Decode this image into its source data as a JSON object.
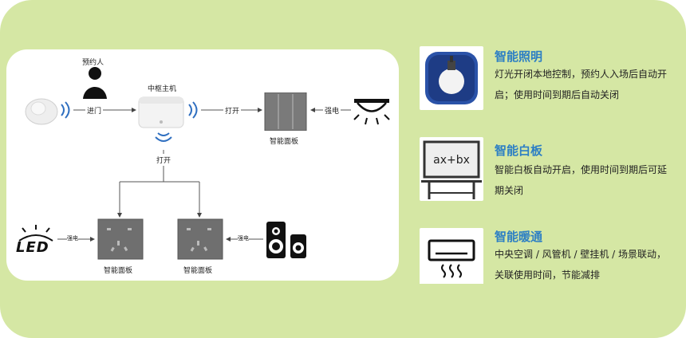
{
  "diagram": {
    "reservation_person_label": "预约人",
    "hub_label": "中枢主机",
    "enter_label": "进门",
    "open_label_right": "打开",
    "open_label_down": "打开",
    "strong_power_top": "强电",
    "panel_label_top": "智能面板",
    "strong_power_led": "强电",
    "strong_power_speaker": "强电",
    "panel_label_left": "智能面板",
    "panel_label_right": "智能面板",
    "led_text": "LED"
  },
  "features": [
    {
      "title": "智能照明",
      "desc": "灯光开闭本地控制，预约人入场后自动开启；使用时间到期后自动关闭",
      "icon": "lightbulb-icon"
    },
    {
      "title": "智能白板",
      "desc": "智能白板自动开启，使用时间到期后可延期关闭",
      "icon": "whiteboard-icon",
      "icon_text": "ax+bx"
    },
    {
      "title": "智能暖通",
      "desc": "中央空调 / 风管机 / 壁挂机 / 场景联动，关联使用时间，节能减排",
      "icon": "air-conditioner-icon"
    }
  ],
  "colors": {
    "background": "#d5e7a4",
    "title_blue": "#2d7fc4",
    "signal_blue": "#2f6fc0",
    "panel_gray": "#6f6f6f"
  }
}
